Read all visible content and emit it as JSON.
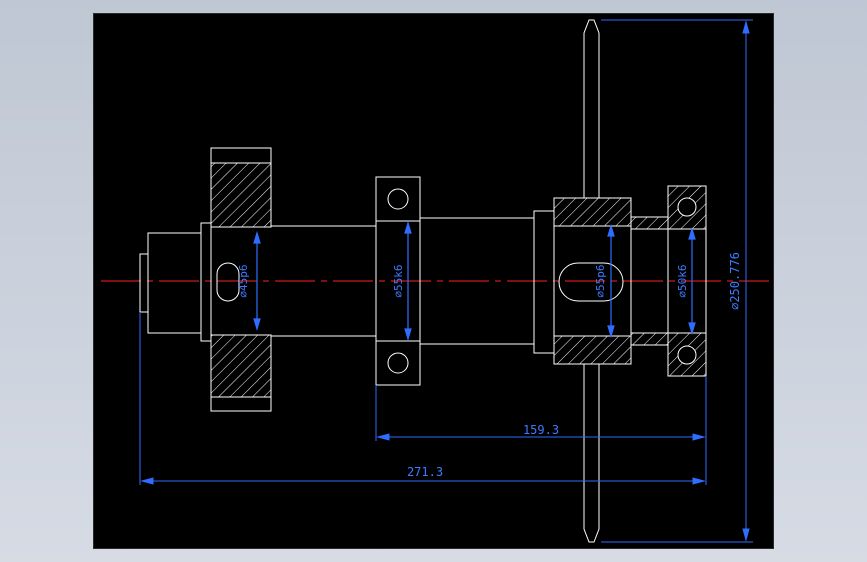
{
  "drawing": {
    "background": "#000000",
    "line_color": "#ffffff",
    "dimension_color": "#2f6dff",
    "centerline_color": "#ff1e1e",
    "dimensions": {
      "bearing_span": "159.3",
      "overall_length": "271.3",
      "sprocket_diameter": "⌀250.776"
    },
    "diameter_labels": {
      "gear_seat": "⌀45p6",
      "bearing_left": "⌀55k6",
      "sprocket_seat": "⌀55p6",
      "bearing_right": "⌀50k6"
    }
  }
}
